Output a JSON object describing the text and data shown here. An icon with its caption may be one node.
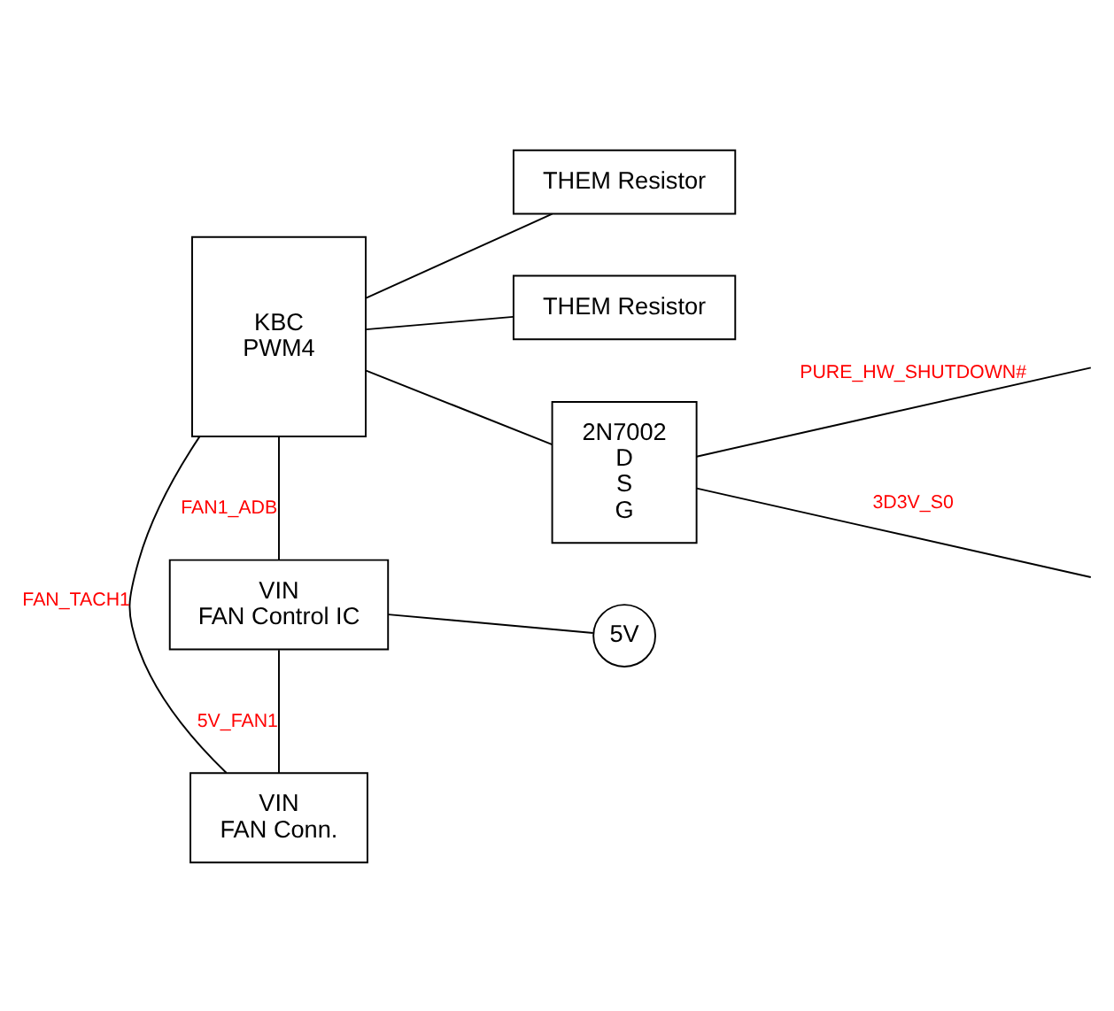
{
  "diagram": {
    "nodes": [
      {
        "text": [
          "KBC",
          "PWM4"
        ]
      },
      {
        "text": [
          "THEM Resistor"
        ]
      },
      {
        "text": [
          "THEM Resistor"
        ]
      },
      {
        "text": [
          "2N7002",
          "D",
          "S",
          "G"
        ]
      },
      {
        "text": [
          "5V"
        ]
      },
      {
        "text": [
          "VIN",
          "FAN Control IC"
        ]
      },
      {
        "text": [
          "VIN",
          "FAN Conn."
        ]
      }
    ],
    "edges": [
      {
        "from": 0,
        "to": 1,
        "arrow": "none"
      },
      {
        "from": 0,
        "to": 2,
        "arrow": "none"
      },
      {
        "from": 0,
        "to": 3,
        "arrow": "none"
      },
      {
        "from": 3,
        "to": null,
        "arrow": "none",
        "label": "PURE_HW_SHUTDOWN#"
      },
      {
        "from": 3,
        "to": null,
        "arrow": "none",
        "label": "3D3V_S0"
      },
      {
        "from": 0,
        "to": 5,
        "arrow": "none",
        "label": "FAN1_ADB"
      },
      {
        "from": 4,
        "to": 5,
        "arrow": "none"
      },
      {
        "from": 5,
        "to": 6,
        "arrow": "none",
        "label": "5V_FAN1"
      },
      {
        "from": 0,
        "to": 6,
        "arrow": "none",
        "label": "FAN_TACH1"
      }
    ]
  }
}
